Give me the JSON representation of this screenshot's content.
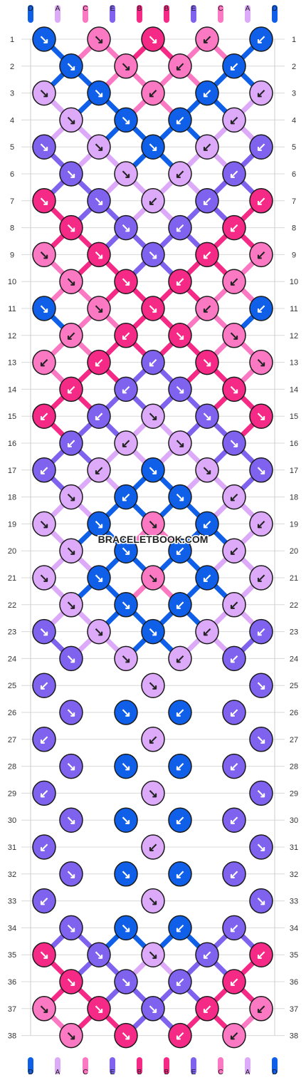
{
  "watermark": "BRACELETBOOK.COM",
  "colors": {
    "D": "#0f5fe8",
    "A": "#dcaaf8",
    "C": "#fb78c2",
    "E": "#7f62ee",
    "B": "#f52a86"
  },
  "top_labels": [
    "D",
    "A",
    "C",
    "E",
    "B",
    "B",
    "E",
    "C",
    "A",
    "D"
  ],
  "bottom_labels": [
    "D",
    "A",
    "C",
    "E",
    "B",
    "B",
    "E",
    "C",
    "A",
    "D"
  ],
  "row_numbers": [
    "1",
    "2",
    "3",
    "4",
    "5",
    "6",
    "7",
    "8",
    "9",
    "10",
    "11",
    "12",
    "13",
    "14",
    "15",
    "16",
    "17",
    "18",
    "19",
    "20",
    "21",
    "22",
    "23",
    "24",
    "25",
    "26",
    "27",
    "28",
    "29",
    "30",
    "31",
    "32",
    "33",
    "34",
    "35",
    "36",
    "37",
    "38"
  ],
  "knot_rows": [
    {
      "row": 1,
      "knots": [
        [
          "D",
          "↘"
        ],
        [
          "C",
          "↘"
        ],
        [
          "B",
          "↘"
        ],
        [
          "C",
          "↙"
        ],
        [
          "D",
          "↙"
        ]
      ]
    },
    {
      "row": 2,
      "knots": [
        [
          "D",
          "↘"
        ],
        [
          "C",
          "↘"
        ],
        [
          "C",
          "↙"
        ],
        [
          "D",
          "↙"
        ]
      ]
    },
    {
      "row": 3,
      "knots": [
        [
          "A",
          "↘"
        ],
        [
          "D",
          "↘"
        ],
        [
          "C",
          "↙"
        ],
        [
          "D",
          "↙"
        ],
        [
          "A",
          "↙"
        ]
      ]
    },
    {
      "row": 4,
      "knots": [
        [
          "A",
          "↘"
        ],
        [
          "D",
          "↘"
        ],
        [
          "D",
          "↙"
        ],
        [
          "A",
          "↙"
        ]
      ]
    },
    {
      "row": 5,
      "knots": [
        [
          "E",
          "↘"
        ],
        [
          "A",
          "↘"
        ],
        [
          "D",
          "↘"
        ],
        [
          "A",
          "↙"
        ],
        [
          "E",
          "↙"
        ]
      ]
    },
    {
      "row": 6,
      "knots": [
        [
          "E",
          "↘"
        ],
        [
          "A",
          "↘"
        ],
        [
          "A",
          "↙"
        ],
        [
          "E",
          "↙"
        ]
      ]
    },
    {
      "row": 7,
      "knots": [
        [
          "B",
          "↘"
        ],
        [
          "E",
          "↘"
        ],
        [
          "A",
          "↙"
        ],
        [
          "E",
          "↙"
        ],
        [
          "B",
          "↙"
        ]
      ]
    },
    {
      "row": 8,
      "knots": [
        [
          "B",
          "↘"
        ],
        [
          "E",
          "↘"
        ],
        [
          "E",
          "↙"
        ],
        [
          "B",
          "↙"
        ]
      ]
    },
    {
      "row": 9,
      "knots": [
        [
          "C",
          "↘"
        ],
        [
          "B",
          "↘"
        ],
        [
          "E",
          "↘"
        ],
        [
          "B",
          "↙"
        ],
        [
          "C",
          "↙"
        ]
      ]
    },
    {
      "row": 10,
      "knots": [
        [
          "C",
          "↘"
        ],
        [
          "B",
          "↘"
        ],
        [
          "B",
          "↙"
        ],
        [
          "C",
          "↙"
        ]
      ]
    },
    {
      "row": 11,
      "knots": [
        [
          "D",
          "↘"
        ],
        [
          "C",
          "↘"
        ],
        [
          "B",
          "↘"
        ],
        [
          "C",
          "↙"
        ],
        [
          "D",
          "↙"
        ]
      ]
    },
    {
      "row": 12,
      "knots": [
        [
          "C",
          "↙"
        ],
        [
          "B",
          "↙"
        ],
        [
          "B",
          "↘"
        ],
        [
          "C",
          "↘"
        ]
      ]
    },
    {
      "row": 13,
      "knots": [
        [
          "C",
          "↙"
        ],
        [
          "B",
          "↙"
        ],
        [
          "E",
          "↙"
        ],
        [
          "B",
          "↘"
        ],
        [
          "C",
          "↘"
        ]
      ]
    },
    {
      "row": 14,
      "knots": [
        [
          "B",
          "↙"
        ],
        [
          "E",
          "↙"
        ],
        [
          "E",
          "↘"
        ],
        [
          "B",
          "↘"
        ]
      ]
    },
    {
      "row": 15,
      "knots": [
        [
          "B",
          "↙"
        ],
        [
          "E",
          "↙"
        ],
        [
          "A",
          "↘"
        ],
        [
          "E",
          "↘"
        ],
        [
          "B",
          "↘"
        ]
      ]
    },
    {
      "row": 16,
      "knots": [
        [
          "E",
          "↙"
        ],
        [
          "A",
          "↙"
        ],
        [
          "A",
          "↘"
        ],
        [
          "E",
          "↘"
        ]
      ]
    },
    {
      "row": 17,
      "knots": [
        [
          "E",
          "↙"
        ],
        [
          "A",
          "↙"
        ],
        [
          "D",
          "↘"
        ],
        [
          "A",
          "↘"
        ],
        [
          "E",
          "↘"
        ]
      ]
    },
    {
      "row": 18,
      "knots": [
        [
          "A",
          "↘"
        ],
        [
          "D",
          "↙"
        ],
        [
          "D",
          "↘"
        ],
        [
          "A",
          "↙"
        ]
      ]
    },
    {
      "row": 19,
      "knots": [
        [
          "A",
          "↘"
        ],
        [
          "D",
          "↘"
        ],
        [
          "C",
          "↘"
        ],
        [
          "D",
          "↙"
        ],
        [
          "A",
          "↙"
        ]
      ]
    },
    {
      "row": 20,
      "knots": [
        [
          "A",
          "↘"
        ],
        [
          "D",
          "↘"
        ],
        [
          "D",
          "↙"
        ],
        [
          "A",
          "↙"
        ]
      ]
    },
    {
      "row": 21,
      "knots": [
        [
          "A",
          "↘"
        ],
        [
          "D",
          "↘"
        ],
        [
          "C",
          "↘"
        ],
        [
          "D",
          "↙"
        ],
        [
          "A",
          "↙"
        ]
      ]
    },
    {
      "row": 22,
      "knots": [
        [
          "A",
          "↘"
        ],
        [
          "D",
          "↘"
        ],
        [
          "D",
          "↙"
        ],
        [
          "A",
          "↙"
        ]
      ]
    },
    {
      "row": 23,
      "knots": [
        [
          "E",
          "↘"
        ],
        [
          "A",
          "↘"
        ],
        [
          "D",
          "↘"
        ],
        [
          "A",
          "↙"
        ],
        [
          "E",
          "↙"
        ]
      ]
    },
    {
      "row": 24,
      "knots": [
        [
          "E",
          "↘"
        ],
        [
          "A",
          "↘"
        ],
        [
          "A",
          "↙"
        ],
        [
          "E",
          "↙"
        ]
      ]
    },
    {
      "row": 25,
      "knots": [
        [
          "E",
          "↙"
        ],
        [
          "A",
          "↘"
        ],
        [
          "E",
          "↘"
        ]
      ]
    },
    {
      "row": 26,
      "knots": [
        [
          "E",
          "↘"
        ],
        [
          "D",
          "↘"
        ],
        [
          "D",
          "↙"
        ],
        [
          "E",
          "↙"
        ]
      ]
    },
    {
      "row": 27,
      "knots": [
        [
          "E",
          "↙"
        ],
        [
          "A",
          "↙"
        ],
        [
          "E",
          "↘"
        ]
      ]
    },
    {
      "row": 28,
      "knots": [
        [
          "E",
          "↘"
        ],
        [
          "D",
          "↘"
        ],
        [
          "D",
          "↙"
        ],
        [
          "E",
          "↙"
        ]
      ]
    },
    {
      "row": 29,
      "knots": [
        [
          "E",
          "↙"
        ],
        [
          "A",
          "↘"
        ],
        [
          "E",
          "↘"
        ]
      ]
    },
    {
      "row": 30,
      "knots": [
        [
          "E",
          "↘"
        ],
        [
          "D",
          "↘"
        ],
        [
          "D",
          "↙"
        ],
        [
          "E",
          "↙"
        ]
      ]
    },
    {
      "row": 31,
      "knots": [
        [
          "E",
          "↙"
        ],
        [
          "A",
          "↙"
        ],
        [
          "E",
          "↘"
        ]
      ]
    },
    {
      "row": 32,
      "knots": [
        [
          "E",
          "↘"
        ],
        [
          "D",
          "↘"
        ],
        [
          "D",
          "↙"
        ],
        [
          "E",
          "↙"
        ]
      ]
    },
    {
      "row": 33,
      "knots": [
        [
          "E",
          "↙"
        ],
        [
          "A",
          "↘"
        ],
        [
          "E",
          "↘"
        ]
      ]
    },
    {
      "row": 34,
      "knots": [
        [
          "E",
          "↘"
        ],
        [
          "D",
          "↘"
        ],
        [
          "D",
          "↙"
        ],
        [
          "E",
          "↙"
        ]
      ]
    },
    {
      "row": 35,
      "knots": [
        [
          "B",
          "↘"
        ],
        [
          "E",
          "↘"
        ],
        [
          "A",
          "↘"
        ],
        [
          "E",
          "↙"
        ],
        [
          "B",
          "↙"
        ]
      ]
    },
    {
      "row": 36,
      "knots": [
        [
          "B",
          "↘"
        ],
        [
          "E",
          "↘"
        ],
        [
          "E",
          "↙"
        ],
        [
          "B",
          "↙"
        ]
      ]
    },
    {
      "row": 37,
      "knots": [
        [
          "C",
          "↘"
        ],
        [
          "B",
          "↘"
        ],
        [
          "E",
          "↘"
        ],
        [
          "B",
          "↙"
        ],
        [
          "C",
          "↙"
        ]
      ]
    },
    {
      "row": 38,
      "knots": [
        [
          "C",
          "↘"
        ],
        [
          "B",
          "↘"
        ],
        [
          "B",
          "↙"
        ],
        [
          "C",
          "↙"
        ]
      ]
    }
  ]
}
